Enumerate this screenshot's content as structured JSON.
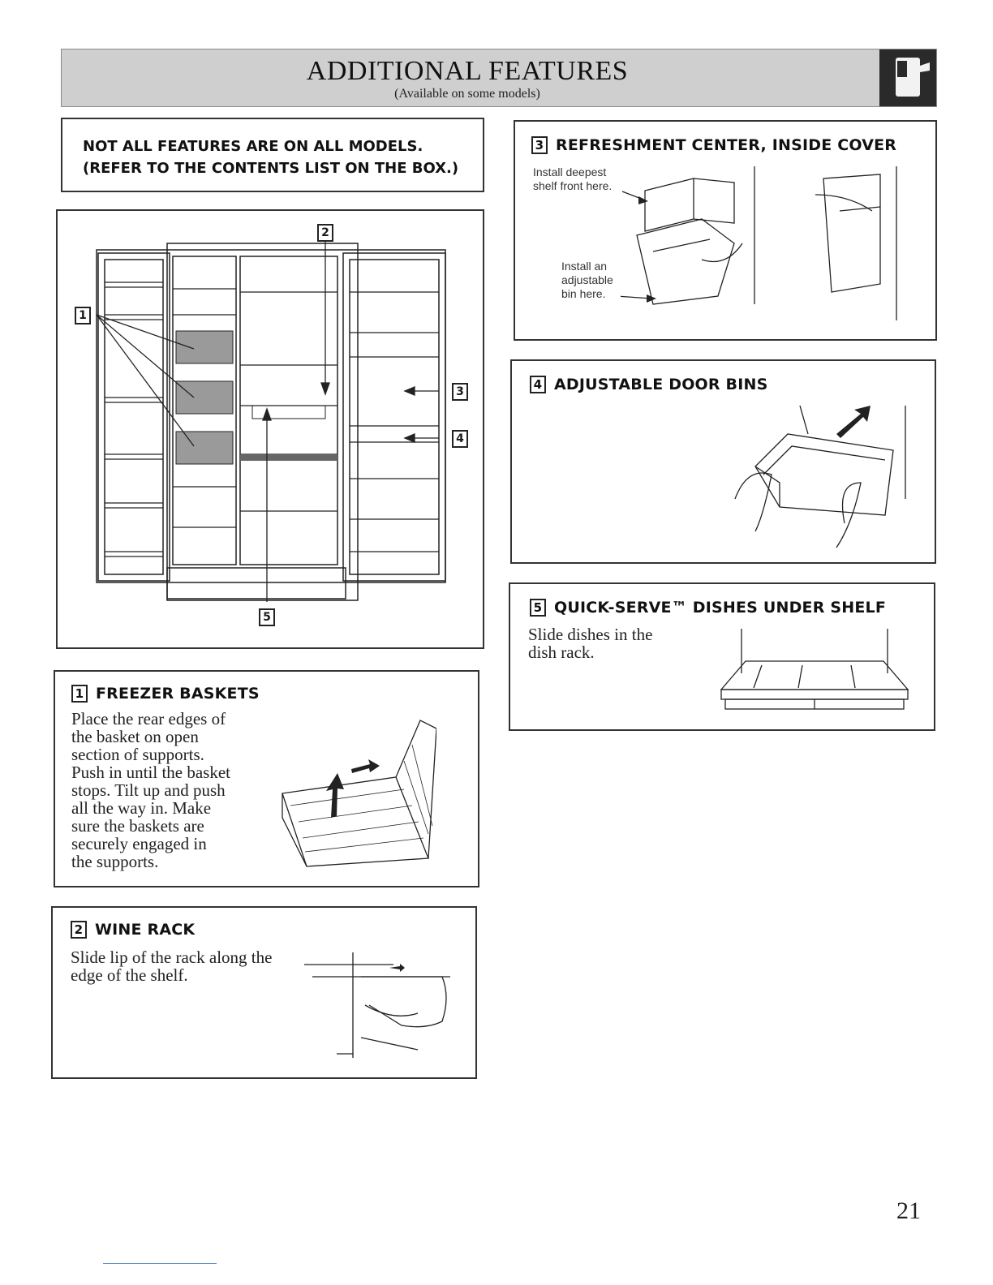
{
  "header": {
    "title": "ADDITIONAL FEATURES",
    "subtitle": "(Available on some models)"
  },
  "notice": {
    "line1": "NOT ALL FEATURES ARE ON ALL MODELS.",
    "line2": "(REFER TO THE CONTENTS LIST ON THE BOX.)"
  },
  "diagram": {
    "callouts": [
      "1",
      "2",
      "3",
      "4",
      "5"
    ]
  },
  "sections": {
    "freezer_baskets": {
      "number": "1",
      "title": "FREEZER BASKETS",
      "lines": [
        "Place the rear edges of",
        "the basket on open",
        "section of supports.",
        "Push in until the basket",
        "stops. Tilt up and push",
        "all the way in. Make",
        "sure the baskets are",
        "securely engaged in",
        "the supports."
      ]
    },
    "wine_rack": {
      "number": "2",
      "title": "WINE RACK",
      "lines": [
        "Slide lip of the rack along the",
        "edge of the shelf."
      ]
    },
    "refreshment_center": {
      "number": "3",
      "title": "REFRESHMENT CENTER, INSIDE COVER",
      "callout_a": [
        "Install deepest",
        "shelf front here."
      ],
      "callout_b": [
        "Install an",
        "adjustable",
        "bin here."
      ]
    },
    "door_bins": {
      "number": "4",
      "title": "ADJUSTABLE DOOR BINS"
    },
    "quick_serve": {
      "number": "5",
      "title": "QUICK-SERVE™ DISHES UNDER SHELF",
      "lines": [
        "Slide dishes in the",
        "dish rack."
      ]
    }
  },
  "page_number": "21"
}
